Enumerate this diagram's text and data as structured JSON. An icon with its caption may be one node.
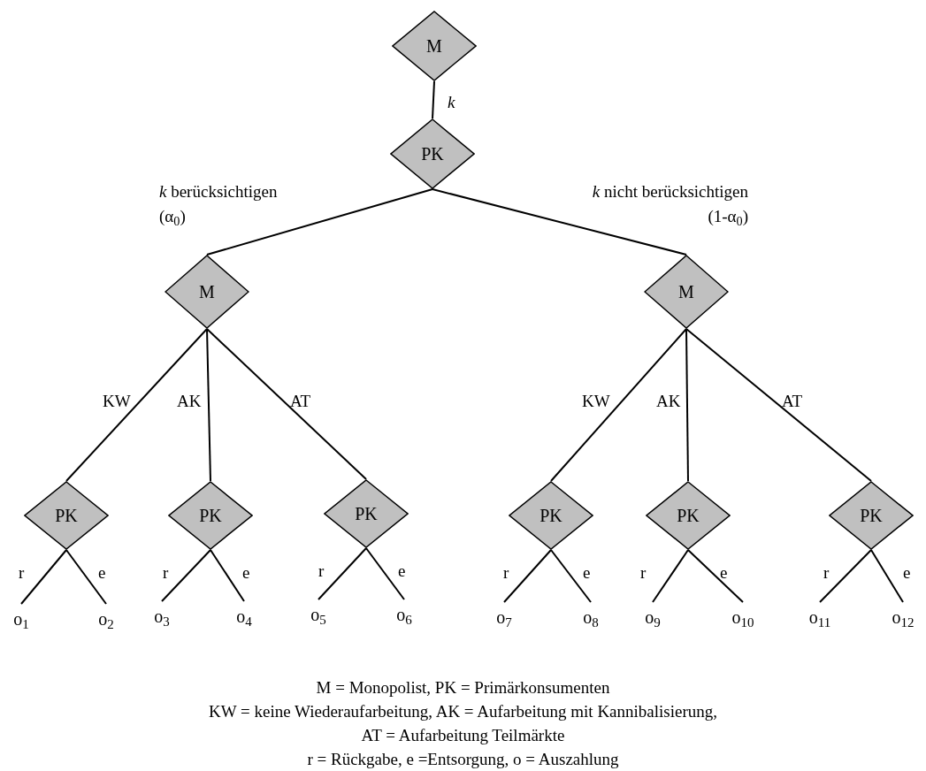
{
  "diagram": {
    "nodes": [
      {
        "text": [
          "M"
        ]
      },
      {
        "text": [
          "PK"
        ]
      },
      {
        "text": [
          "M"
        ]
      },
      {
        "text": [
          "M"
        ]
      },
      {
        "text": [
          "PK"
        ]
      },
      {
        "text": [
          "PK"
        ]
      },
      {
        "text": [
          "PK"
        ]
      },
      {
        "text": [
          "PK"
        ]
      },
      {
        "text": [
          "PK"
        ]
      },
      {
        "text": [
          "PK"
        ]
      },
      {
        "text": [
          "o$_{1}$"
        ]
      },
      {
        "text": [
          "o$_{2}$"
        ]
      },
      {
        "text": [
          "o$_{3}$"
        ]
      },
      {
        "text": [
          "o$_{4}$"
        ]
      },
      {
        "text": [
          "o$_{5}$"
        ]
      },
      {
        "text": [
          "o$_{6}$"
        ]
      },
      {
        "text": [
          "o$_{7}$"
        ]
      },
      {
        "text": [
          "o$_{8}$"
        ]
      },
      {
        "text": [
          "o$_{9}$"
        ]
      },
      {
        "text": [
          "o$_{10}$"
        ]
      },
      {
        "text": [
          "o$_{11}$"
        ]
      },
      {
        "text": [
          "o$_{12}$"
        ]
      }
    ],
    "edges": [
      {
        "from": 0,
        "to": 1,
        "arrow": "none",
        "label": "*k*"
      },
      {
        "from": 1,
        "to": 2,
        "arrow": "none",
        "label": "*k* berücksichtigen (α$_{0}$)"
      },
      {
        "from": 1,
        "to": 3,
        "arrow": "none",
        "label": "*k* nicht berücksichtigen (1-α$_{0}$)"
      },
      {
        "from": 2,
        "to": 4,
        "arrow": "none",
        "label": "KW"
      },
      {
        "from": 2,
        "to": 5,
        "arrow": "none",
        "label": "AK"
      },
      {
        "from": 2,
        "to": 6,
        "arrow": "none",
        "label": "AT"
      },
      {
        "from": 3,
        "to": 7,
        "arrow": "none",
        "label": "KW"
      },
      {
        "from": 3,
        "to": 8,
        "arrow": "none",
        "label": "AK"
      },
      {
        "from": 3,
        "to": 9,
        "arrow": "none",
        "label": "AT"
      },
      {
        "from": 4,
        "to": 10,
        "arrow": "none",
        "label": "r"
      },
      {
        "from": 4,
        "to": 11,
        "arrow": "none",
        "label": "e"
      },
      {
        "from": 5,
        "to": 12,
        "arrow": "none",
        "label": "r"
      },
      {
        "from": 5,
        "to": 13,
        "arrow": "none",
        "label": "e"
      },
      {
        "from": 6,
        "to": 14,
        "arrow": "none",
        "label": "r"
      },
      {
        "from": 6,
        "to": 15,
        "arrow": "none",
        "label": "e"
      },
      {
        "from": 7,
        "to": 16,
        "arrow": "none",
        "label": "r"
      },
      {
        "from": 7,
        "to": 17,
        "arrow": "none",
        "label": "e"
      },
      {
        "from": 8,
        "to": 18,
        "arrow": "none",
        "label": "r"
      },
      {
        "from": 8,
        "to": 19,
        "arrow": "none",
        "label": "e"
      },
      {
        "from": 9,
        "to": 20,
        "arrow": "none",
        "label": "r"
      },
      {
        "from": 9,
        "to": 21,
        "arrow": "none",
        "label": "e"
      }
    ],
    "labels": [
      "M = Monopolist, PK = Primärkonsumenten",
      "KW = keine Wiederaufarbeitung, AK = Aufarbeitung mit Kannibalisierung,",
      "AT = Aufarbeitung Teilmärkte",
      "r = Rückgabe, e =Entsorgung, o = Auszahlung"
    ]
  }
}
